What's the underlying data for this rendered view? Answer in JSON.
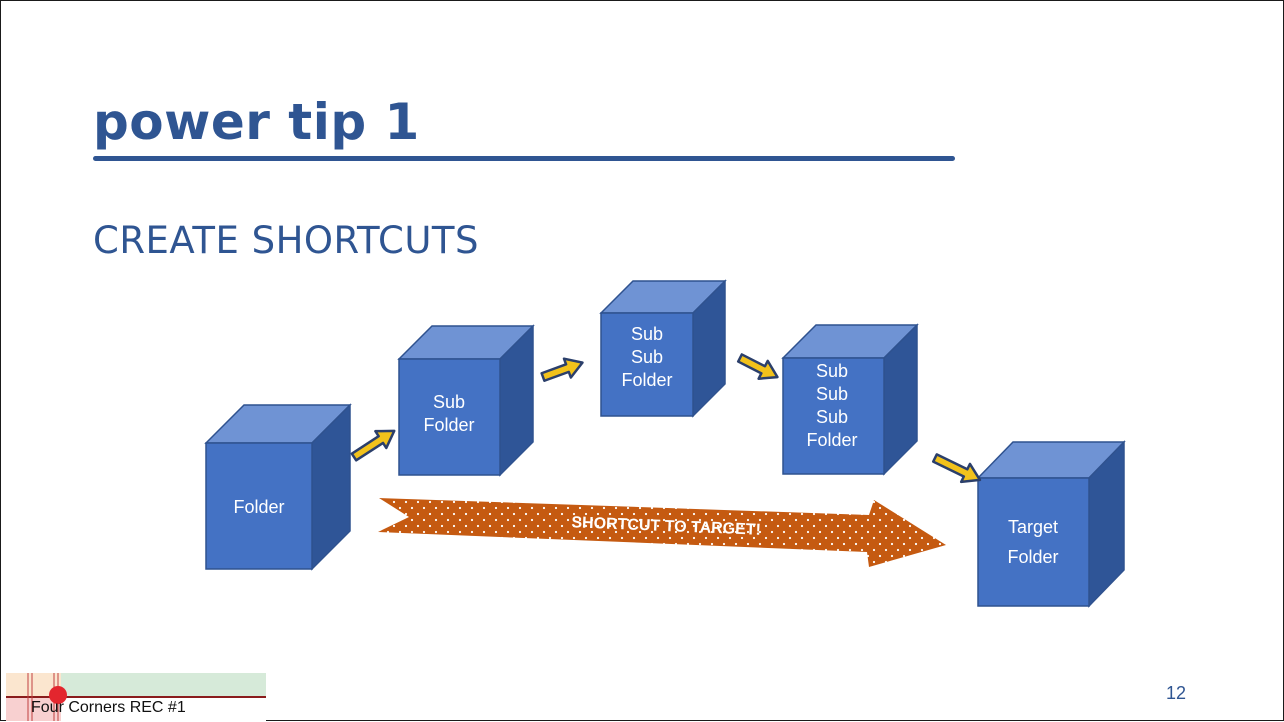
{
  "slide": {
    "title": "power tip 1",
    "subtitle": "CREATE SHORTCUTS",
    "page_number": "12",
    "footer_logo_text": "Four Corners REC #1"
  },
  "diagram": {
    "cubes": [
      {
        "lines": [
          "Folder"
        ]
      },
      {
        "lines": [
          "Sub",
          "Folder"
        ]
      },
      {
        "lines": [
          "Sub",
          "Sub",
          "Folder"
        ]
      },
      {
        "lines": [
          "Sub",
          "Sub",
          "Sub",
          "Folder"
        ]
      },
      {
        "lines": [
          "Target",
          "Folder"
        ]
      }
    ],
    "shortcut_label": "SHORTCUT TO TARGET!"
  },
  "colors": {
    "title": "#2f5592",
    "cube_front": "#4472c4",
    "cube_top": "#6f93d4",
    "cube_side": "#2f5597",
    "arrow_fill": "#f2c21b",
    "big_arrow": "#c55a11"
  }
}
